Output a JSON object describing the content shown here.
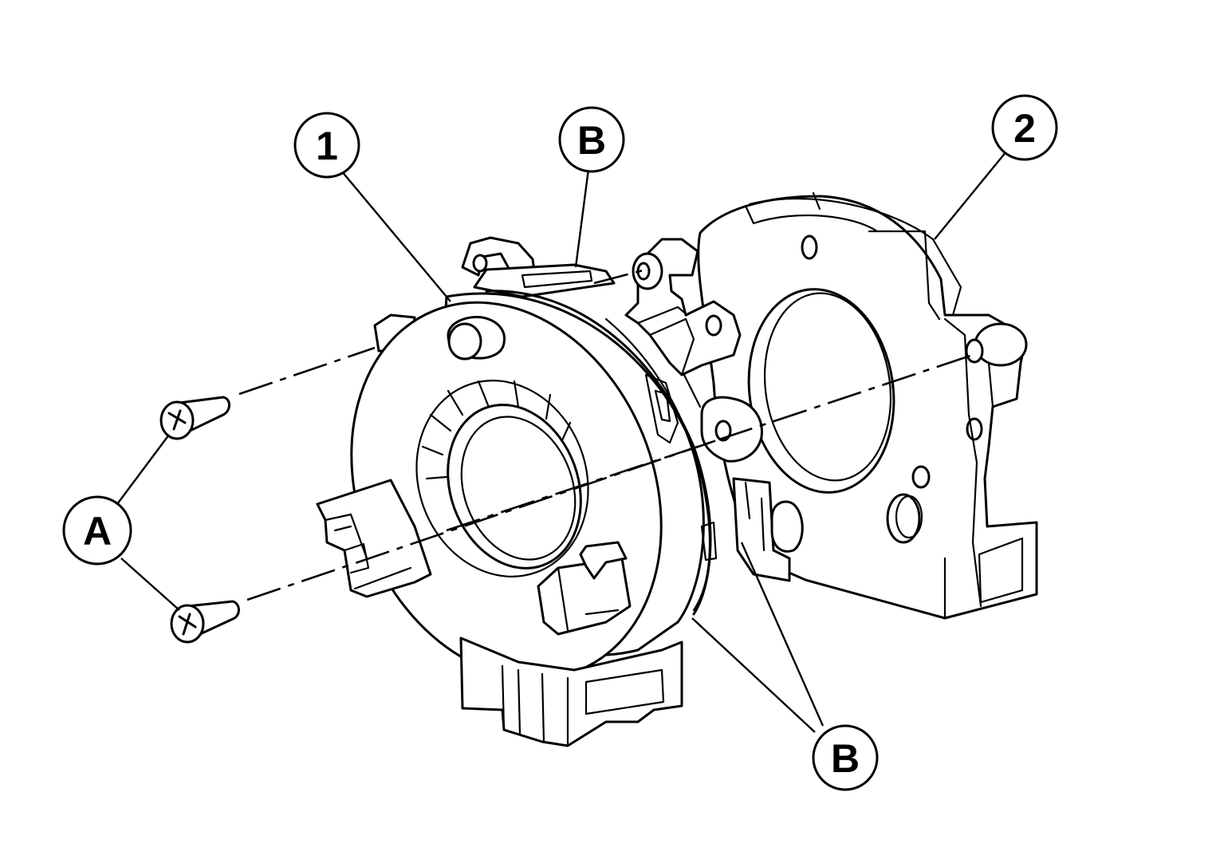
{
  "callouts": {
    "part_1": "1",
    "part_2": "2",
    "screws": "A",
    "tab_top": "B",
    "tab_bottom": "B"
  },
  "colors": {
    "line": "#000000",
    "background": "#ffffff"
  }
}
